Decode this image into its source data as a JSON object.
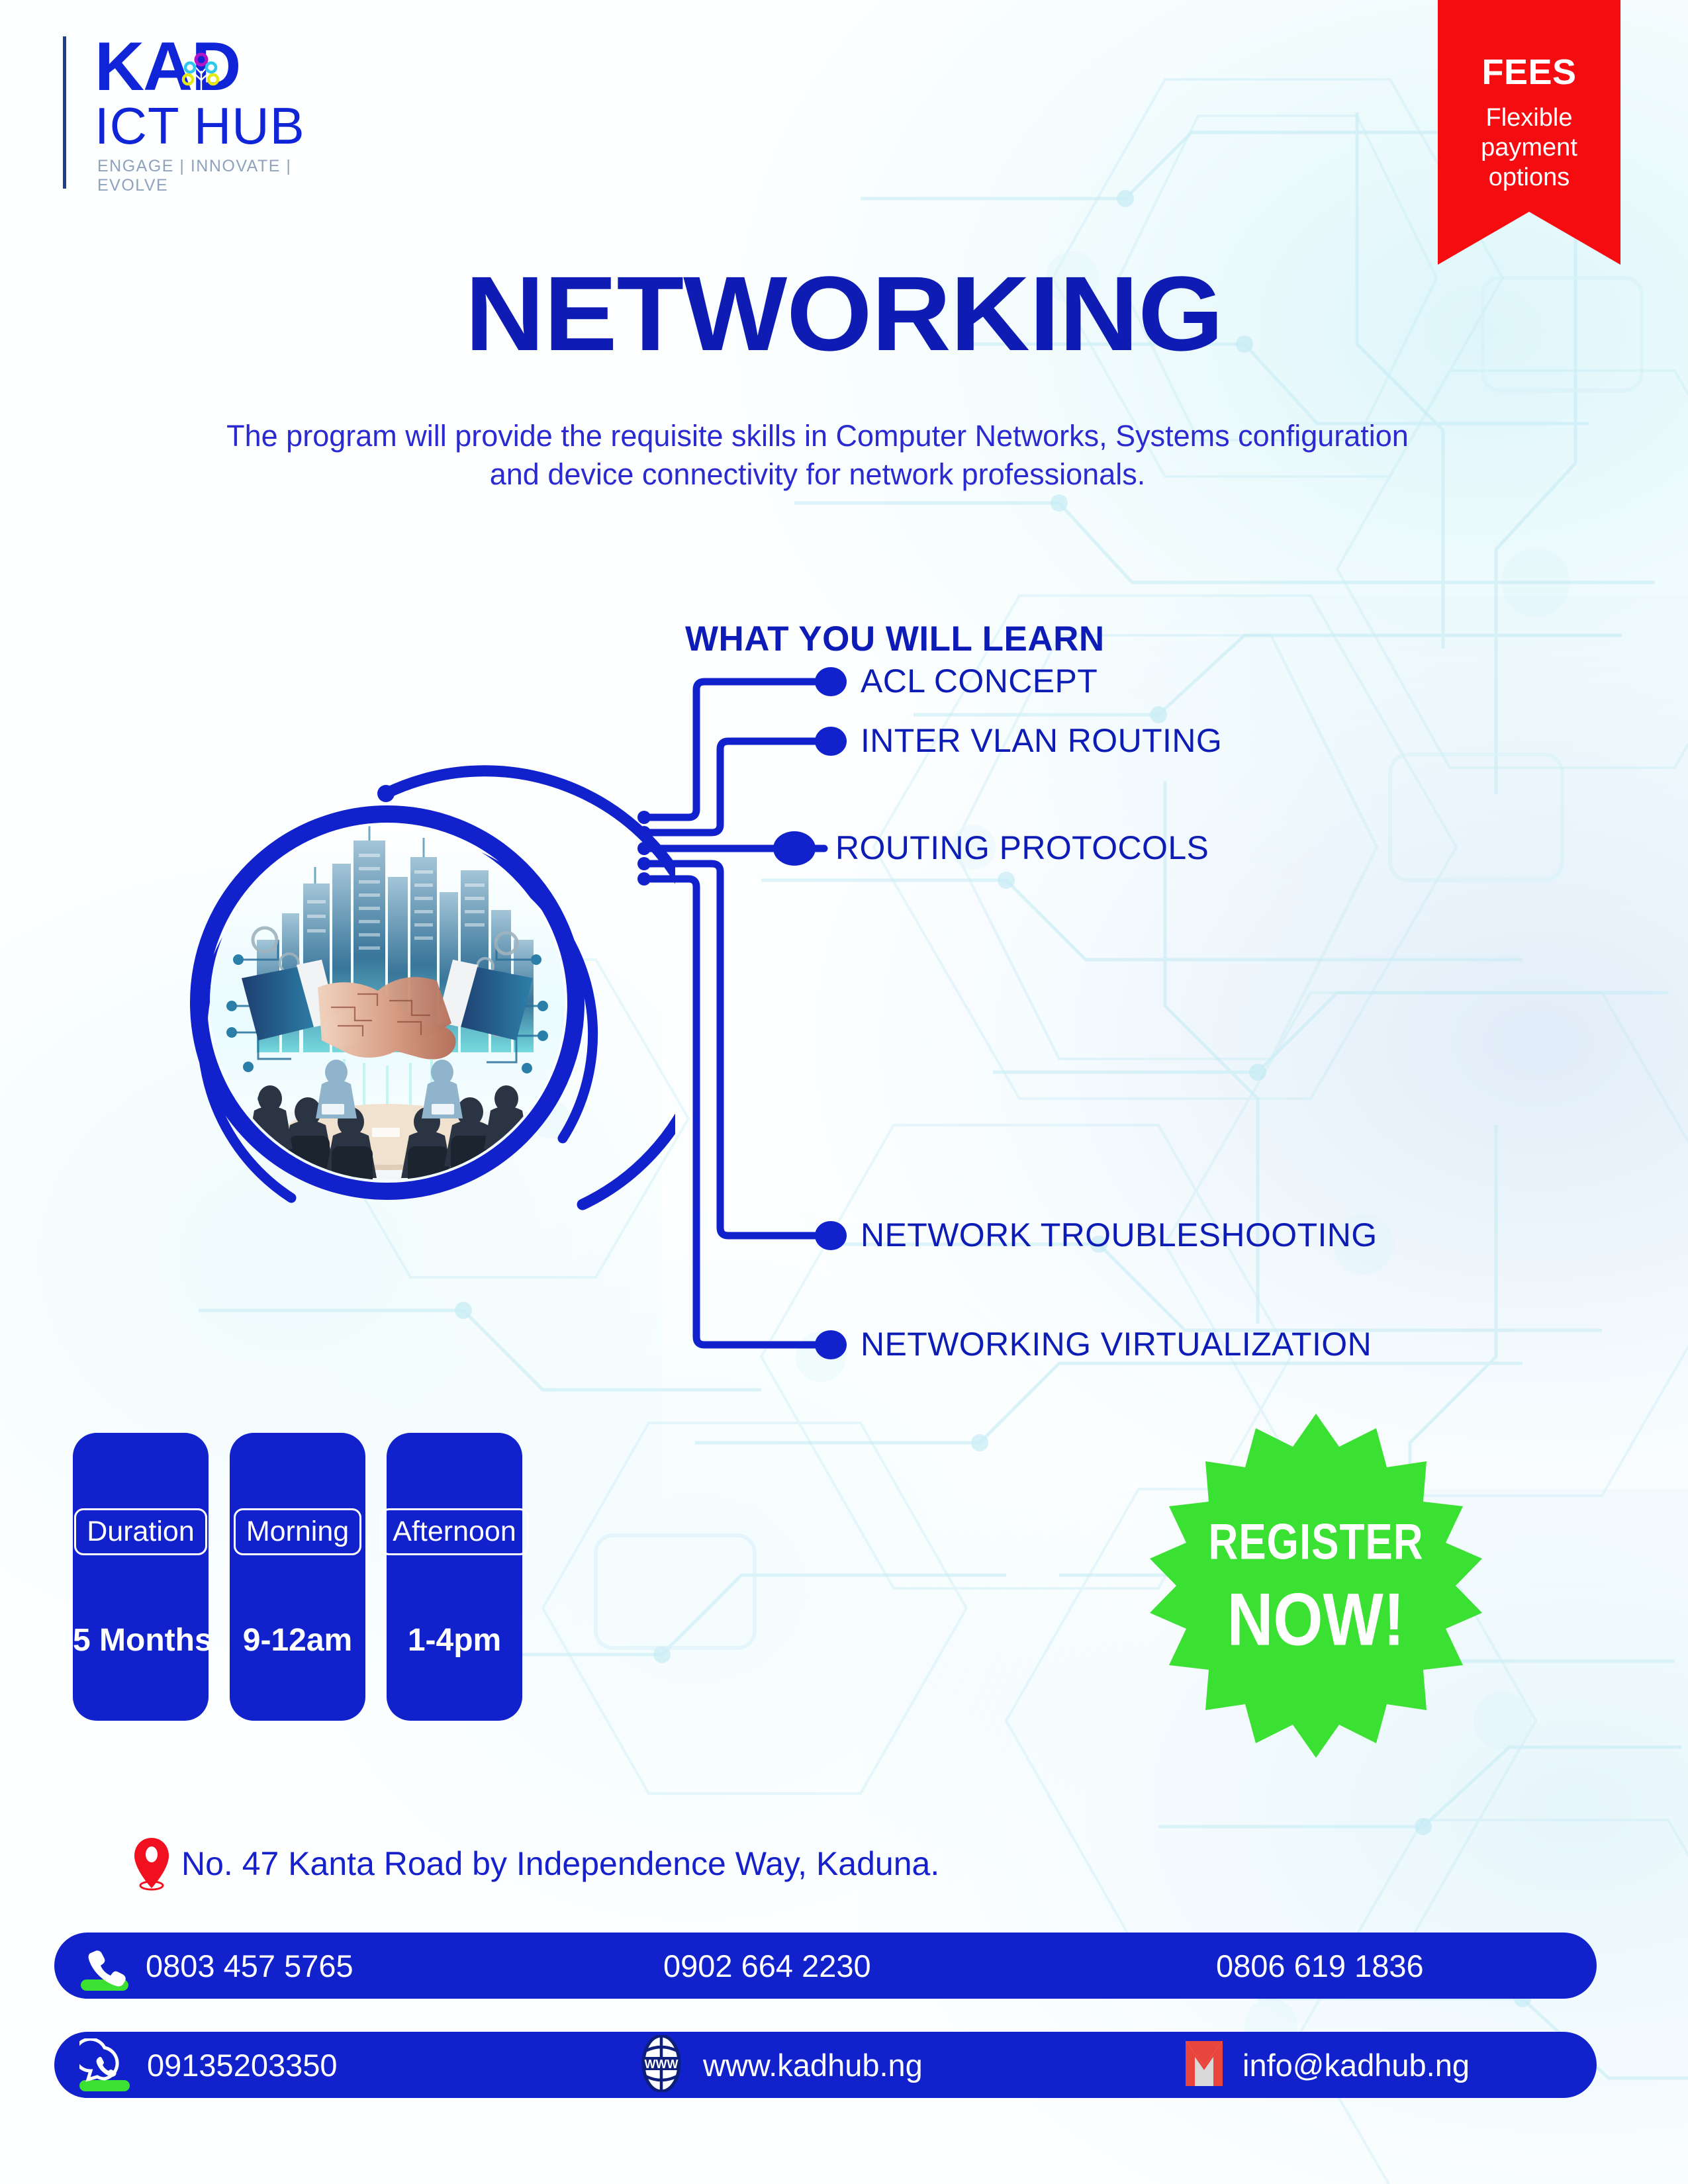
{
  "brand": {
    "logo_main": "KAD",
    "logo_sub": "ICT HUB",
    "logo_tagline": "ENGAGE | INNOVATE | EVOLVE",
    "primary_blue": "#1122cc",
    "deep_blue": "#0d1cb4",
    "accent_green": "#3ae032",
    "accent_red": "#f50c10"
  },
  "ribbon": {
    "title": "FEES",
    "subtitle": "Flexible payment options"
  },
  "hero": {
    "headline": "NETWORKING",
    "lede": "The program will provide the requisite skills in Computer Networks, Systems configuration and device connectivity for network professionals."
  },
  "learn": {
    "heading": "WHAT YOU WILL LEARN",
    "items": [
      {
        "label": "ACL CONCEPT"
      },
      {
        "label": "INTER VLAN ROUTING"
      },
      {
        "label": "ROUTING PROTOCOLS"
      },
      {
        "label": "NETWORK TROUBLESHOOTING"
      },
      {
        "label": "NETWORKING VIRTUALIZATION"
      }
    ]
  },
  "cards": [
    {
      "title": "Duration",
      "value": "5 Months"
    },
    {
      "title": "Morning",
      "value": "9-12am"
    },
    {
      "title": "Afternoon",
      "value": "1-4pm"
    }
  ],
  "cta": {
    "line1": "REGISTER",
    "line2": "NOW!"
  },
  "address": {
    "icon": "location-pin-icon",
    "text": "No. 47 Kanta Road by Independence Way, Kaduna."
  },
  "contact_bar_1": [
    {
      "icon": "phone-icon",
      "text": "0803 457 5765"
    },
    {
      "icon": "none",
      "text": "0902 664 2230"
    },
    {
      "icon": "none",
      "text": "0806 619 1836"
    }
  ],
  "contact_bar_2": [
    {
      "icon": "whatsapp-icon",
      "text": "09135203350"
    },
    {
      "icon": "globe-www-icon",
      "text": "www.kadhub.ng"
    },
    {
      "icon": "gmail-icon",
      "text": "info@kadhub.ng"
    }
  ]
}
